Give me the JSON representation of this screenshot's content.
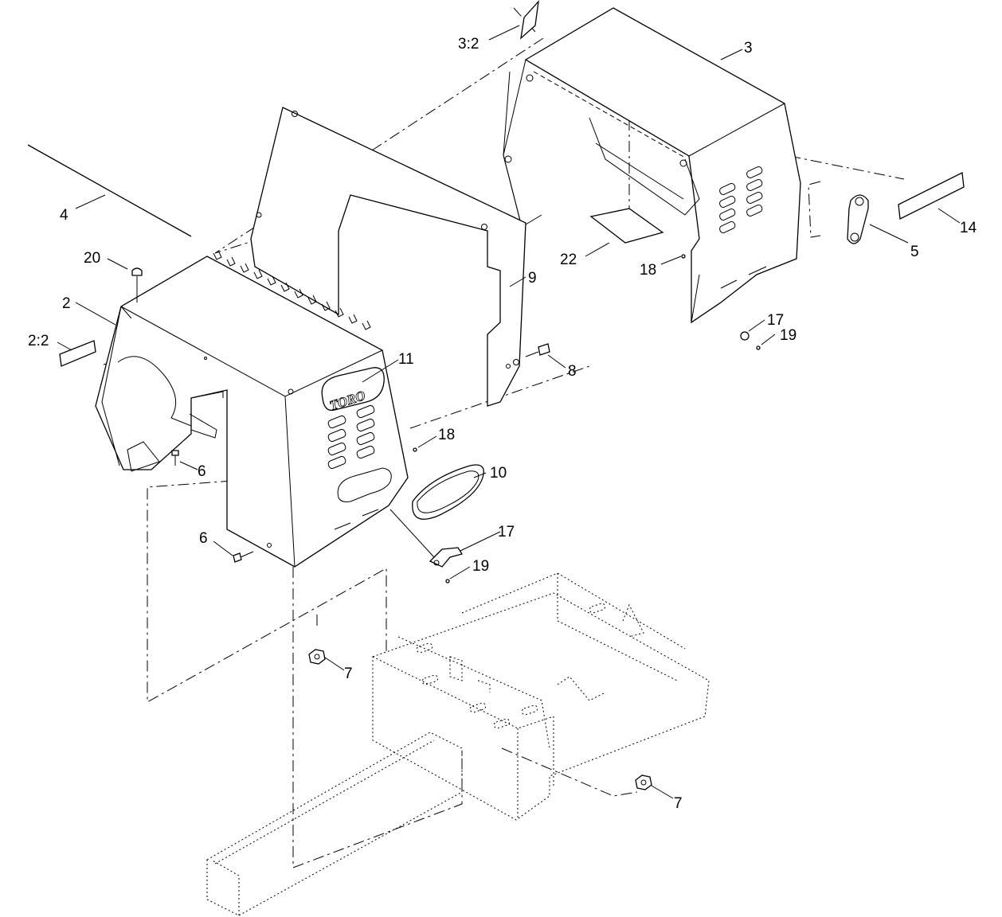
{
  "logo_text": "TORO",
  "callouts": {
    "c_3_2": "3:2",
    "c_3": "3",
    "c_14": "14",
    "c_5": "5",
    "c_4": "4",
    "c_22": "22",
    "c_18a": "18",
    "c_20": "20",
    "c_9": "9",
    "c_2": "2",
    "c_17a": "17",
    "c_19a": "19",
    "c_2_2": "2:2",
    "c_11": "11",
    "c_8": "8",
    "c_18b": "18",
    "c_6a": "6",
    "c_10": "10",
    "c_17b": "17",
    "c_6b": "6",
    "c_19b": "19",
    "c_7a": "7",
    "c_7b": "7"
  }
}
